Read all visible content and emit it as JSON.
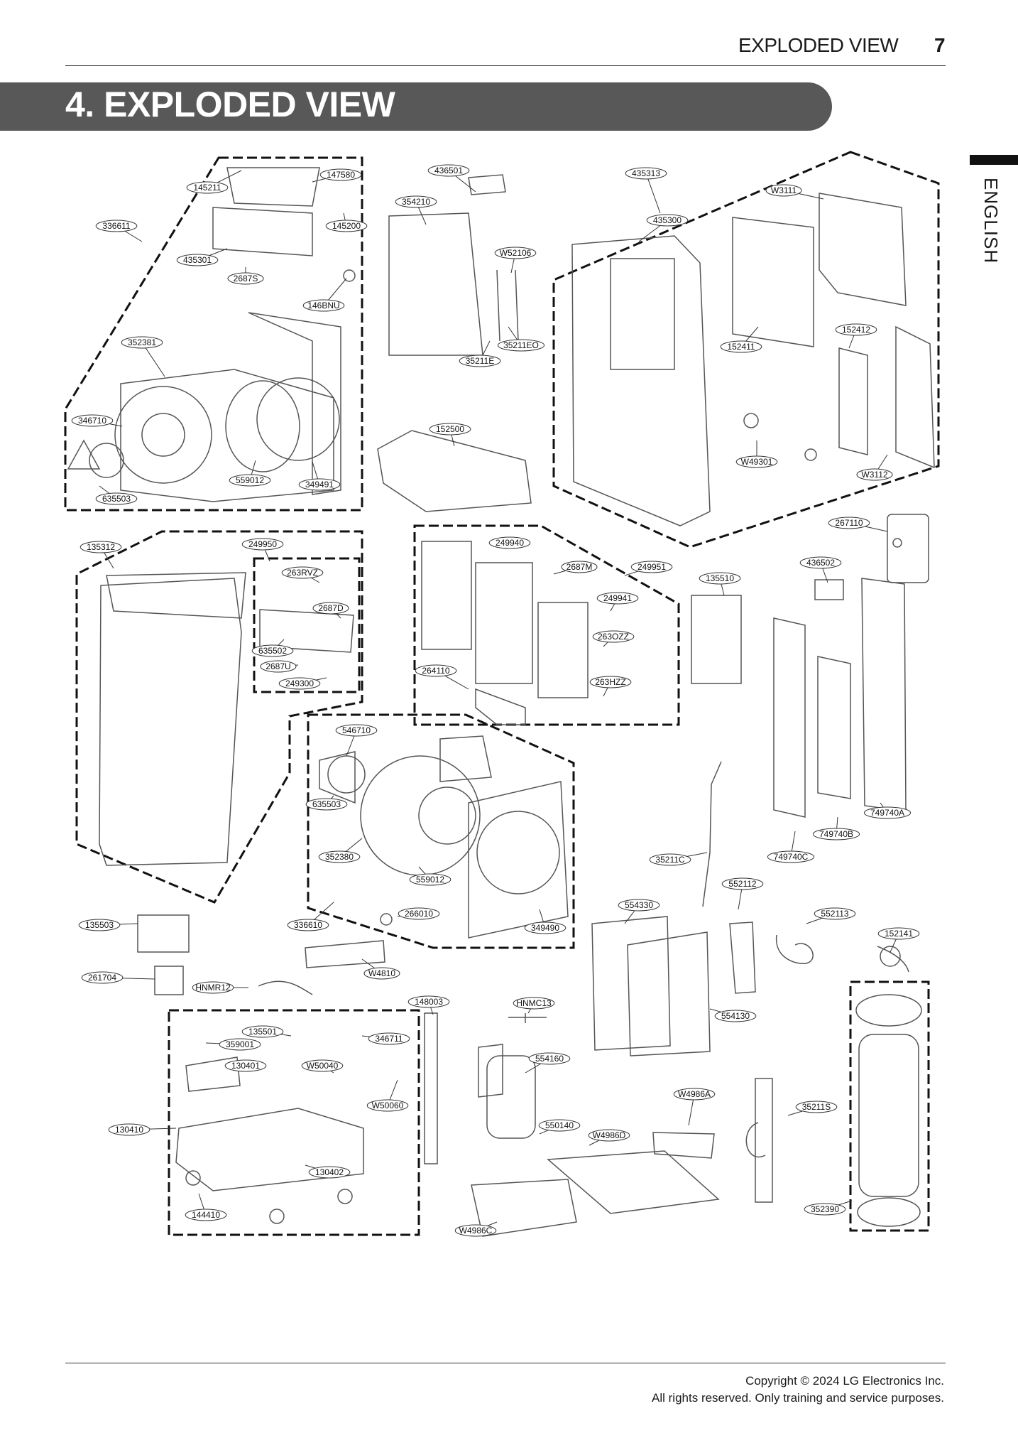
{
  "header": {
    "section_title": "EXPLODED VIEW",
    "page_number": "7"
  },
  "banner": {
    "title": "4. EXPLODED VIEW"
  },
  "side_tab": {
    "language": "ENGLISH"
  },
  "part_numbers": [
    "145211",
    "147580",
    "336611",
    "145200",
    "435301",
    "2687S",
    "146BNU",
    "352381",
    "346710",
    "559012",
    "349491",
    "635503",
    "436501",
    "354210",
    "W52106",
    "35211EO",
    "35211E",
    "152500",
    "435313",
    "W3111",
    "435300",
    "152411",
    "152412",
    "W49301",
    "W3112",
    "267110",
    "436502",
    "135510",
    "135312",
    "249950",
    "263RVZ",
    "2687D",
    "635502",
    "2687U",
    "249300",
    "249940",
    "2687M",
    "249951",
    "249941",
    "263OZZ",
    "264110",
    "263HZZ",
    "546710",
    "635503",
    "352380",
    "559012",
    "266010",
    "336610",
    "349490",
    "749740A",
    "749740B",
    "749740C",
    "35211C",
    "552112",
    "554330",
    "552113",
    "152141",
    "554130",
    "135503",
    "261704",
    "HNMR12",
    "W4810",
    "148003",
    "HNMC13",
    "135501",
    "359001",
    "346711",
    "130401",
    "W50040",
    "W50060",
    "130410",
    "130402",
    "144410",
    "554160",
    "550140",
    "W4986A",
    "W4986D",
    "35211S",
    "W4986C",
    "352390"
  ],
  "footer": {
    "copyright": "Copyright © 2024 LG Electronics Inc.",
    "rights": "All rights reserved. Only training and service purposes."
  }
}
